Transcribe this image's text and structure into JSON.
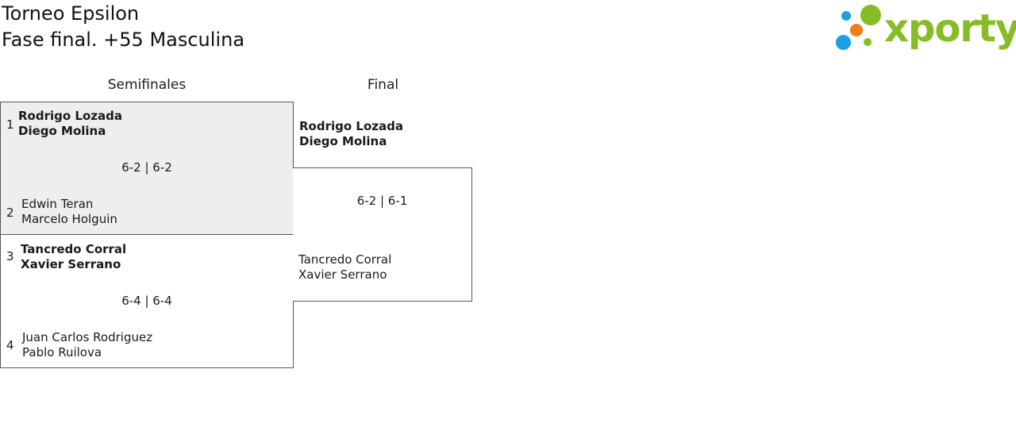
{
  "header": {
    "title": "Torneo Epsilon",
    "subtitle": "Fase final. +55 Masculina"
  },
  "logo": {
    "text": "xporty",
    "colors": {
      "blue": "#1aa0e6",
      "orange": "#f07d17",
      "green": "#86bc25"
    }
  },
  "rounds": {
    "semifinal_label": "Semifinales",
    "final_label": "Final"
  },
  "semifinals": [
    {
      "seed_a": "1",
      "team_a": [
        "Rodrigo Lozada",
        "Diego Molina"
      ],
      "score": "6-2 | 6-2",
      "seed_b": "2",
      "team_b": [
        "Edwin Teran",
        "Marcelo Holguin"
      ]
    },
    {
      "seed_a": "3",
      "team_a": [
        "Tancredo Corral",
        "Xavier Serrano"
      ],
      "score": "6-4 | 6-4",
      "seed_b": "4",
      "team_b": [
        "Juan Carlos Rodriguez",
        "Pablo Ruilova"
      ]
    }
  ],
  "final": {
    "team_a": [
      "Rodrigo Lozada",
      "Diego Molina"
    ],
    "score": "6-2 | 6-1",
    "team_b": [
      "Tancredo Corral",
      "Xavier Serrano"
    ]
  }
}
